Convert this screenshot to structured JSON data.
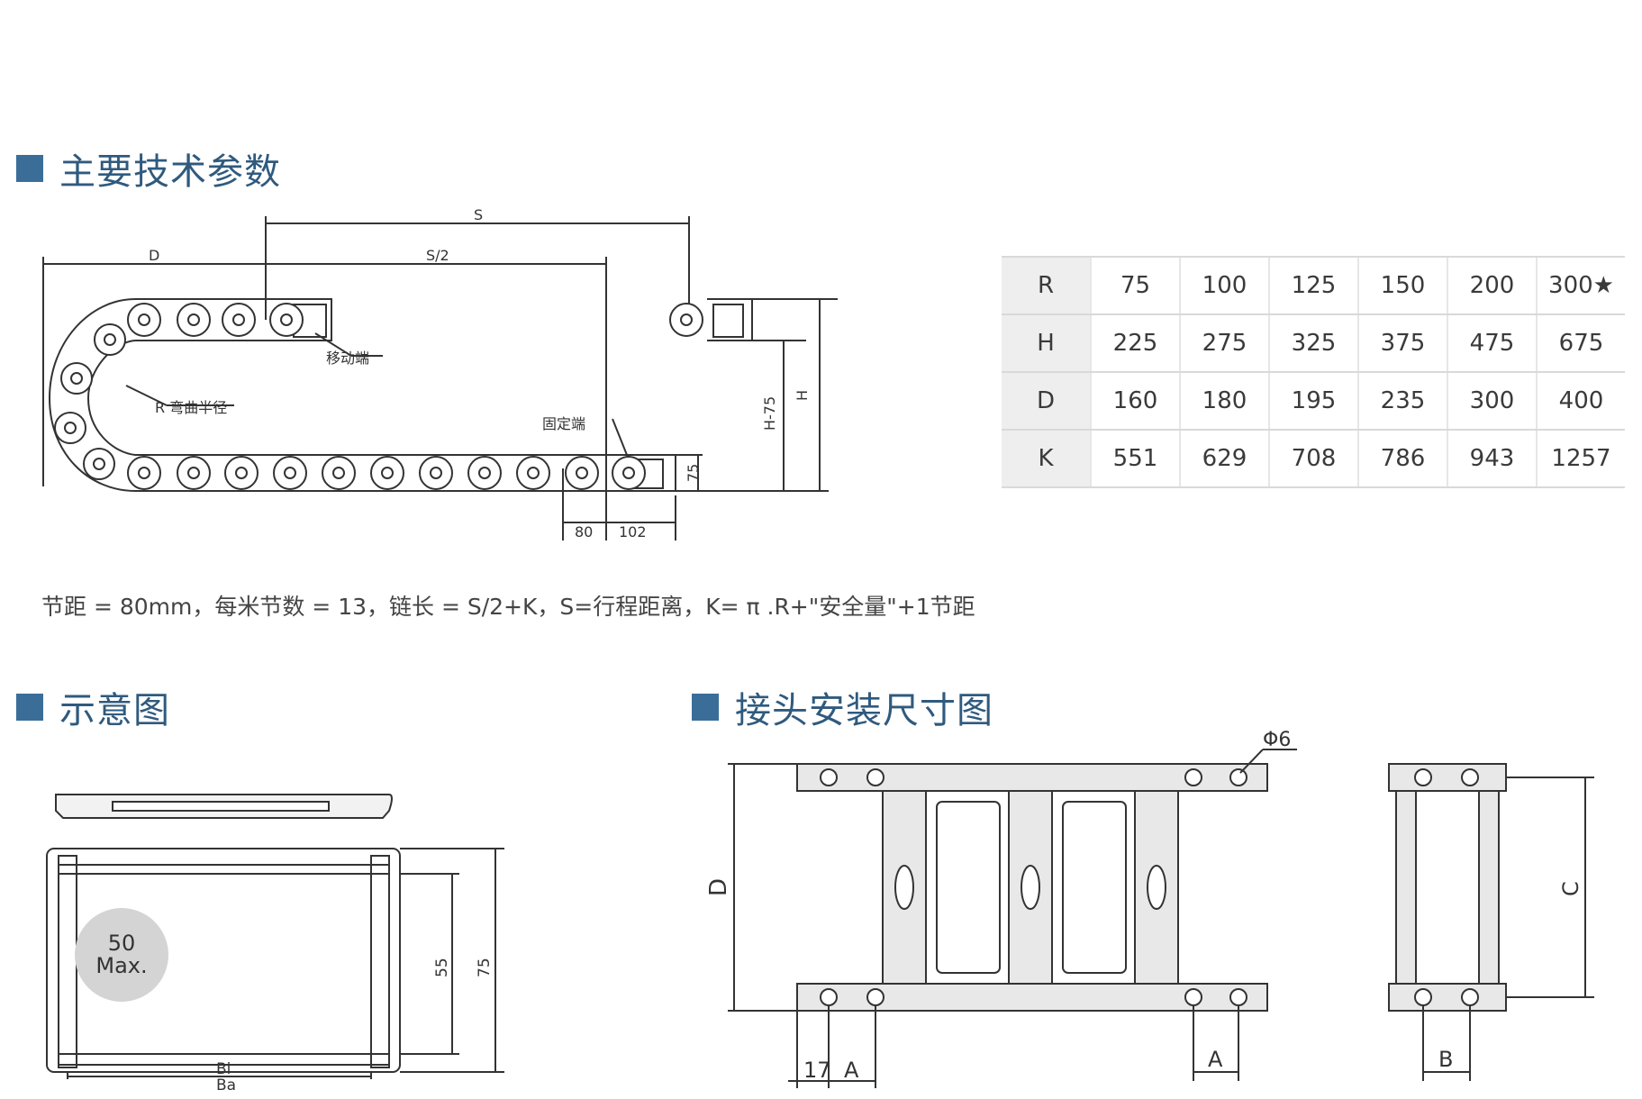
{
  "sections": {
    "params_title": "主要技术参数",
    "diagram_title": "示意图",
    "mount_title": "接头安装尺寸图"
  },
  "chain_drawing": {
    "label_s": "S",
    "label_d": "D",
    "label_s2": "S/2",
    "label_moving_end": "移动端",
    "label_bend_radius": "R 弯曲半径",
    "label_fixed_end": "固定端",
    "label_h": "H",
    "label_h75": "H-75",
    "label_75": "75",
    "label_80": "80",
    "label_102": "102"
  },
  "spec_table": {
    "rows": [
      {
        "label": "R",
        "values": [
          "75",
          "100",
          "125",
          "150",
          "200",
          "300★"
        ]
      },
      {
        "label": "H",
        "values": [
          "225",
          "275",
          "325",
          "375",
          "475",
          "675"
        ]
      },
      {
        "label": "D",
        "values": [
          "160",
          "180",
          "195",
          "235",
          "300",
          "400"
        ]
      },
      {
        "label": "K",
        "values": [
          "551",
          "629",
          "708",
          "786",
          "943",
          "1257"
        ]
      }
    ]
  },
  "formula": "节距 = 80mm，每米节数 = 13，链长 = S/2+K，S=行程距离，K= π .R+\"安全量\"+1节距",
  "cross_section": {
    "circle_line1": "50",
    "circle_line2": "Max.",
    "label_55": "55",
    "label_75": "75",
    "label_bi": "Bi",
    "label_ba": "Ba"
  },
  "mount_drawing": {
    "label_phi6": "Φ6",
    "label_d": "D",
    "label_17": "17",
    "label_a_left": "A",
    "label_a_right": "A",
    "label_c": "C",
    "label_b": "B"
  },
  "colors": {
    "title": "#2f5a7e",
    "square": "#3a6e98",
    "line": "#333333",
    "part_fill": "#e8e8e8"
  }
}
